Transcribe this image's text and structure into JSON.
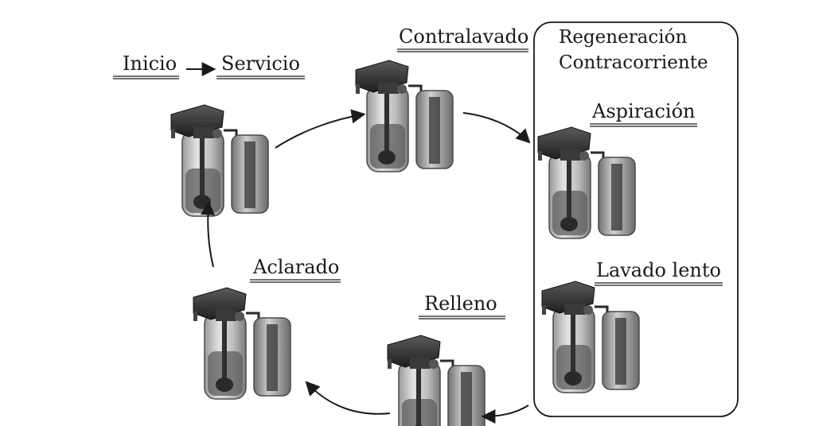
{
  "labels": {
    "inicio": "Inicio",
    "servicio": "Servicio",
    "contralavado": "Contralavado",
    "regeneracion_line1": "Regeneración",
    "regeneracion_line2": "Contracorriente",
    "aspiracion": "Aspiración",
    "lavado_lento": "Lavado lento",
    "relleno": "Relleno",
    "aclarado": "Aclarado"
  },
  "colors": {
    "ink": "#1a1a1a",
    "tank_dark": "#3f3f3f",
    "tank_mid": "#7b7b7b",
    "tank_light": "#c9c9c9",
    "valve_body": "#2e2e2e"
  }
}
